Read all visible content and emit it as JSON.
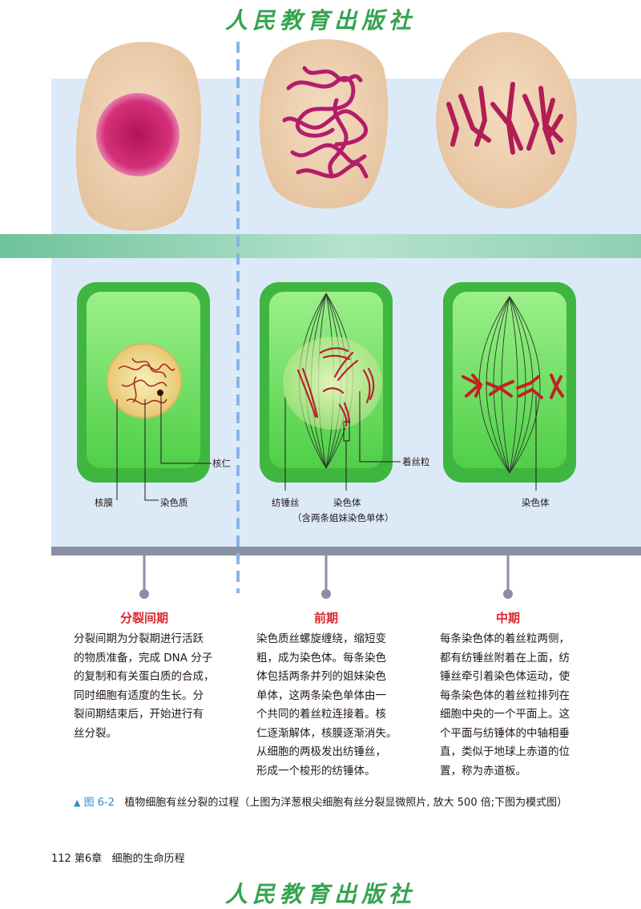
{
  "header_logo": "人民教育出版社",
  "footer_logo": "人民教育出版社",
  "labels": {
    "nucleolus": "核仁",
    "nuclear_membrane": "核膜",
    "chromatin": "染色质",
    "spindle": "纺锤丝",
    "chromosome_prophase": "染色体",
    "chromosome_note": "（含两条姐妹染色单体）",
    "centromere": "着丝粒",
    "chromosome_metaphase": "染色体"
  },
  "stages": [
    {
      "title": "分裂间期",
      "lines": [
        "分裂间期为分裂期进行活跃",
        "的物质准备，完成 DNA 分子",
        "的复制和有关蛋白质的合成，",
        "同时细胞有适度的生长。分",
        "裂间期结束后，开始进行有",
        "丝分裂。"
      ]
    },
    {
      "title": "前期",
      "lines": [
        "染色质丝螺旋缠绕，缩短变",
        "粗，成为染色体。每条染色",
        "体包括两条并列的姐妹染色",
        "单体，这两条染色单体由一",
        "个共同的着丝粒连接着。核",
        "仁逐渐解体，核膜逐渐消失。",
        "从细胞的两极发出纺锤丝，",
        "形成一个梭形的纺锤体。"
      ]
    },
    {
      "title": "中期",
      "lines": [
        "每条染色体的着丝粒两侧，",
        "都有纺锤丝附着在上面，纺",
        "锤丝牵引着染色体运动，使",
        "每条染色体的着丝粒排列在",
        "细胞中央的一个平面上。这",
        "个平面与纺锤体的中轴相垂",
        "直，类似于地球上赤道的位",
        "置，称为赤道板。"
      ]
    }
  ],
  "caption": {
    "marker": "▲",
    "figure_number": "图 6-2",
    "text": "植物细胞有丝分裂的过程（上图为洋葱根尖细胞有丝分裂显微照片, 放大 500 倍;下图为模式图）"
  },
  "footer": {
    "page_number": "112",
    "chapter": "第6章",
    "chapter_title": "细胞的生命历程"
  },
  "colors": {
    "panel_blue": "#dceaf8",
    "band_teal": "#8fd0b4",
    "dashed_line": "#8ab4e6",
    "cell_green": "#7ee06a",
    "chromosome_red": "#b8212f",
    "stage_title_red": "#d9272e",
    "logo_green": "#34a34f",
    "caption_blue": "#2a8fc6"
  }
}
